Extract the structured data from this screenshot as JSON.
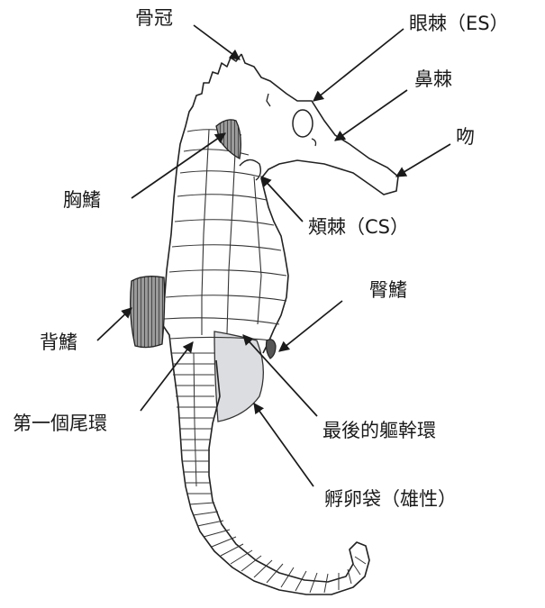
{
  "diagram": {
    "labels": {
      "crown": "骨冠",
      "eye_spine": "眼棘（ES）",
      "nasal_spine": "鼻棘",
      "snout": "吻",
      "pectoral_fin": "胸鰭",
      "cheek_spine": "頰棘（CS）",
      "anal_fin": "臀鰭",
      "dorsal_fin": "背鰭",
      "first_tail_ring": "第一個尾環",
      "last_trunk_ring": "最後的軀幹環",
      "brood_pouch": "孵卵袋（雄性）"
    },
    "colors": {
      "outline": "#222222",
      "pouch_fill": "#dcdde0",
      "fin_fill": "#6b6b6b",
      "background": "#ffffff"
    }
  }
}
